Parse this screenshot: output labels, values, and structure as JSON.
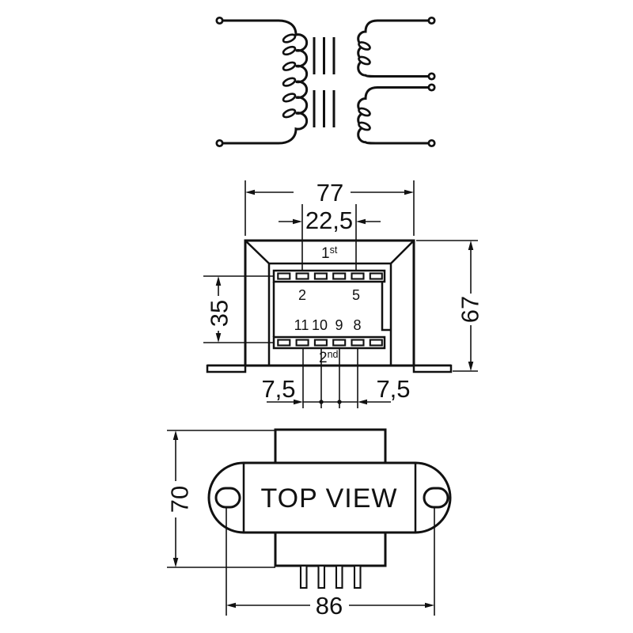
{
  "colors": {
    "ink": "#111111",
    "paper": "#ffffff"
  },
  "front_view": {
    "winding_labels": {
      "primary": {
        "base": "1",
        "sup": "st"
      },
      "secondary": {
        "base": "2",
        "sup": "nd"
      }
    },
    "pin_labels": {
      "top_row": [
        "2",
        "5"
      ],
      "bottom_row": [
        "11",
        "10",
        "9",
        "8"
      ]
    },
    "dimensions": {
      "overall_width": "77",
      "pin_group_span": "22,5",
      "row_spacing": "35",
      "overall_height": "67",
      "pin_pitch_left": "7,5",
      "pin_pitch_right": "7,5"
    }
  },
  "top_view": {
    "label": "TOP VIEW",
    "dimensions": {
      "depth": "70",
      "slot_spacing": "86"
    }
  }
}
